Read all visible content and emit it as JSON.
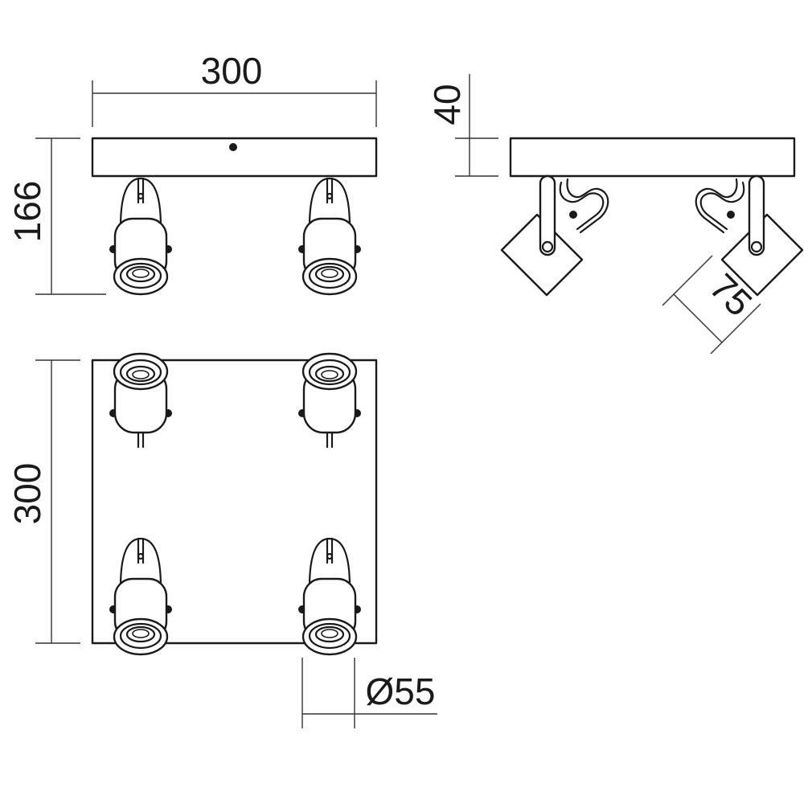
{
  "dimensions": {
    "front_width": "300",
    "front_height": "166",
    "side_thickness": "40",
    "spot_length": "75",
    "top_depth": "300",
    "spot_diameter": "Ø55"
  },
  "colors": {
    "line": "#1a1a1a",
    "background": "#ffffff"
  }
}
